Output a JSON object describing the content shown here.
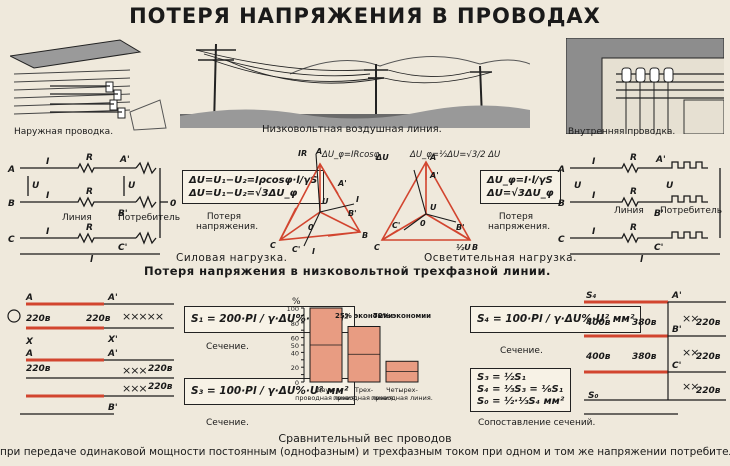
{
  "title": "ПОТЕРЯ НАПРЯЖЕНИЯ В ПРОВОДАХ",
  "top": {
    "outdoor_caption": "Наружная проводка.",
    "lowvolt_caption": "Низковольтная воздушная линия.",
    "indoor_caption": "Внутренняя проводка."
  },
  "middle": {
    "left_circuit": {
      "line_label": "Линия",
      "consumer_label": "Потребитель",
      "length_label": "l"
    },
    "formula_left": [
      "ΔU=U₁−U₂=Iρcosφ·l/γS",
      "ΔU=U₁−U₂=√3ΔU_φ"
    ],
    "formula_left_caption": "Потеря напряжения.",
    "vector_left_label": "ΔU_φ=IRcosφ",
    "vector_right_label": "ΔU_φ=½ΔU=√3/2 ΔU",
    "formula_right": [
      "ΔU_φ=I·l/γS",
      "ΔU=√3ΔU_φ"
    ],
    "formula_right_caption": "Потеря напряжения.",
    "right_circuit": {
      "line_label": "Линия",
      "consumer_label": "Потребитель",
      "length_label": "l"
    },
    "power_load": "Силовая нагрузка.",
    "lighting_load": "Осветительная нагрузка.",
    "section_heading": "Потеря напряжения в низковольтной трехфазной линии."
  },
  "bottom": {
    "formula_s1": "S₁ = 200·Pl / γ·ΔU%·U²  мм²",
    "caption_s1": "Сечение.",
    "formula_s3": "S₃ = 100·Pl / γ·ΔU%·U²  мм²",
    "caption_s3": "Сечение.",
    "formula_s4": "S₄ = 100·Pl / γ·ΔU%·U²  мм²",
    "caption_s4": "Сечение.",
    "ratios": [
      "S₃ = ½S₁",
      "S₄ = ⅓S₃ = ⅙S₁",
      "S₀ = ½·⅓S₄  мм²"
    ],
    "ratios_caption": "Сопоставление сечений.",
    "chart_caption": "Сравнительный вес проводов",
    "footer": "при передаче одинаковой мощности постоянным (однофазным) и трехфазным током при одном и том же напряжении потребителя.",
    "v220": "220в",
    "v380": "380в",
    "v400": "400в"
  },
  "chart_data": {
    "type": "bar",
    "categories": [
      "Двух-проводная линия.",
      "Трех-проводная линия.",
      "Четырех-проводная линия."
    ],
    "values": [
      100,
      75,
      28
    ],
    "savings_labels": [
      "25% экономии",
      "72% экономии"
    ],
    "ylabel": "%",
    "yticks": [
      0,
      10,
      20,
      30,
      40,
      50,
      60,
      70,
      80,
      90,
      100
    ],
    "ylim": [
      0,
      100
    ]
  },
  "colors": {
    "accent": "#d2452f",
    "ink": "#1a1a1a",
    "paper": "#efe9dc"
  }
}
